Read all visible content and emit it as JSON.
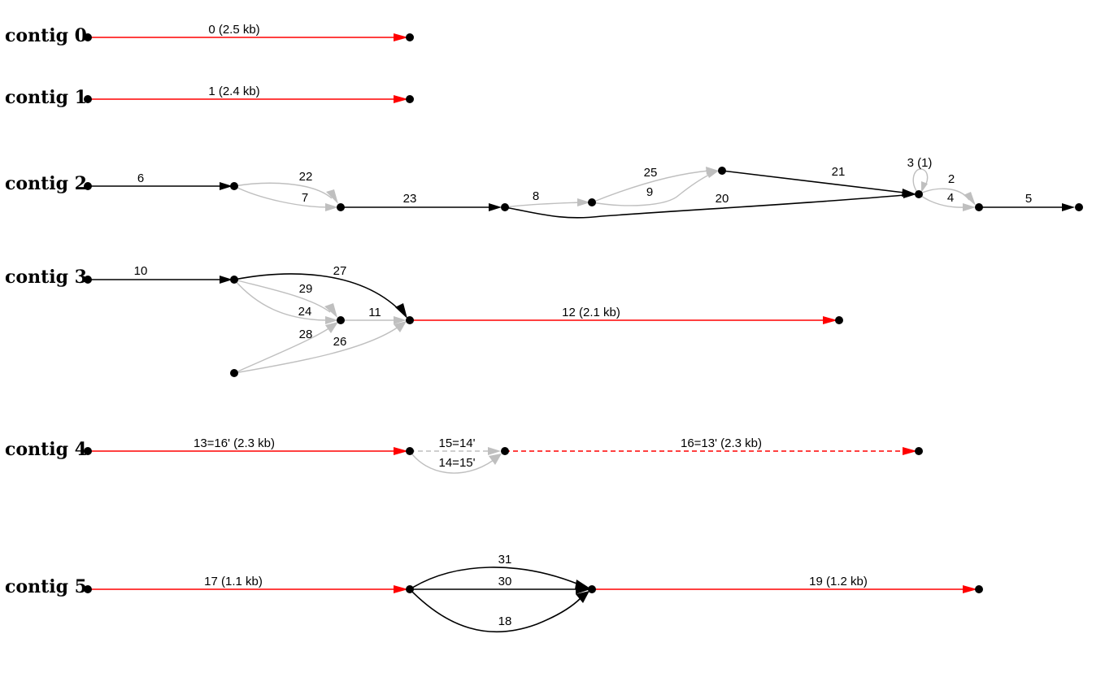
{
  "colors": {
    "unique": "#ff0000",
    "repeat": "#000000",
    "alternative": "#bfbfbf",
    "node": "#000000"
  },
  "contigs": [
    {
      "label": "contig 0",
      "edges": [
        {
          "label": "0 (2.5 kb)",
          "color": "unique"
        }
      ]
    },
    {
      "label": "contig 1",
      "edges": [
        {
          "label": "1 (2.4 kb)",
          "color": "unique"
        }
      ]
    },
    {
      "label": "contig 2",
      "edges": [
        {
          "label": "6",
          "color": "repeat"
        },
        {
          "label": "22",
          "color": "alternative"
        },
        {
          "label": "7",
          "color": "alternative"
        },
        {
          "label": "23",
          "color": "repeat"
        },
        {
          "label": "8",
          "color": "alternative"
        },
        {
          "label": "25",
          "color": "alternative"
        },
        {
          "label": "9",
          "color": "alternative"
        },
        {
          "label": "21",
          "color": "repeat"
        },
        {
          "label": "20",
          "color": "repeat"
        },
        {
          "label": "3 (1)",
          "color": "alternative"
        },
        {
          "label": "2",
          "color": "alternative"
        },
        {
          "label": "4",
          "color": "alternative"
        },
        {
          "label": "5",
          "color": "repeat"
        }
      ]
    },
    {
      "label": "contig 3",
      "edges": [
        {
          "label": "10",
          "color": "repeat"
        },
        {
          "label": "27",
          "color": "repeat"
        },
        {
          "label": "29",
          "color": "alternative"
        },
        {
          "label": "24",
          "color": "alternative"
        },
        {
          "label": "11",
          "color": "alternative"
        },
        {
          "label": "28",
          "color": "alternative"
        },
        {
          "label": "26",
          "color": "alternative"
        },
        {
          "label": "12 (2.1 kb)",
          "color": "unique"
        }
      ]
    },
    {
      "label": "contig 4",
      "edges": [
        {
          "label": "13=16' (2.3 kb)",
          "color": "unique"
        },
        {
          "label": "15=14'",
          "color": "alternative",
          "dashed": true
        },
        {
          "label": "14=15'",
          "color": "alternative"
        },
        {
          "label": "16=13' (2.3 kb)",
          "color": "unique",
          "dashed": true
        }
      ]
    },
    {
      "label": "contig 5",
      "edges": [
        {
          "label": "17 (1.1 kb)",
          "color": "unique"
        },
        {
          "label": "31",
          "color": "repeat"
        },
        {
          "label": "30",
          "color": "repeat"
        },
        {
          "label": "18",
          "color": "repeat"
        },
        {
          "label": "19 (1.2 kb)",
          "color": "unique"
        }
      ]
    }
  ]
}
